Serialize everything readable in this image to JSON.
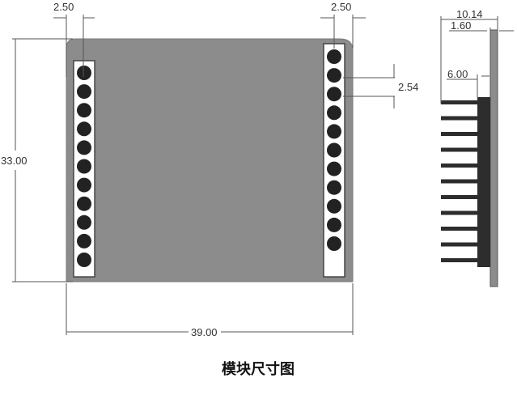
{
  "dimensions": {
    "pin_width_left": "2.50",
    "pin_width_right": "2.50",
    "height": "33.00",
    "width": "39.00",
    "pin_pitch": "2.54",
    "side_total": "10.14",
    "side_pcb": "1.60",
    "side_header": "6.00"
  },
  "caption": "模块尺寸图",
  "pins_per_row": 11,
  "colors": {
    "board": "#8c8c8c",
    "header_strip": "#ffffff",
    "pin": "#222222",
    "pcb_side": "#8c8c8c",
    "header_side": "#2d2d2d",
    "pin_side": "#2d2d2d"
  }
}
